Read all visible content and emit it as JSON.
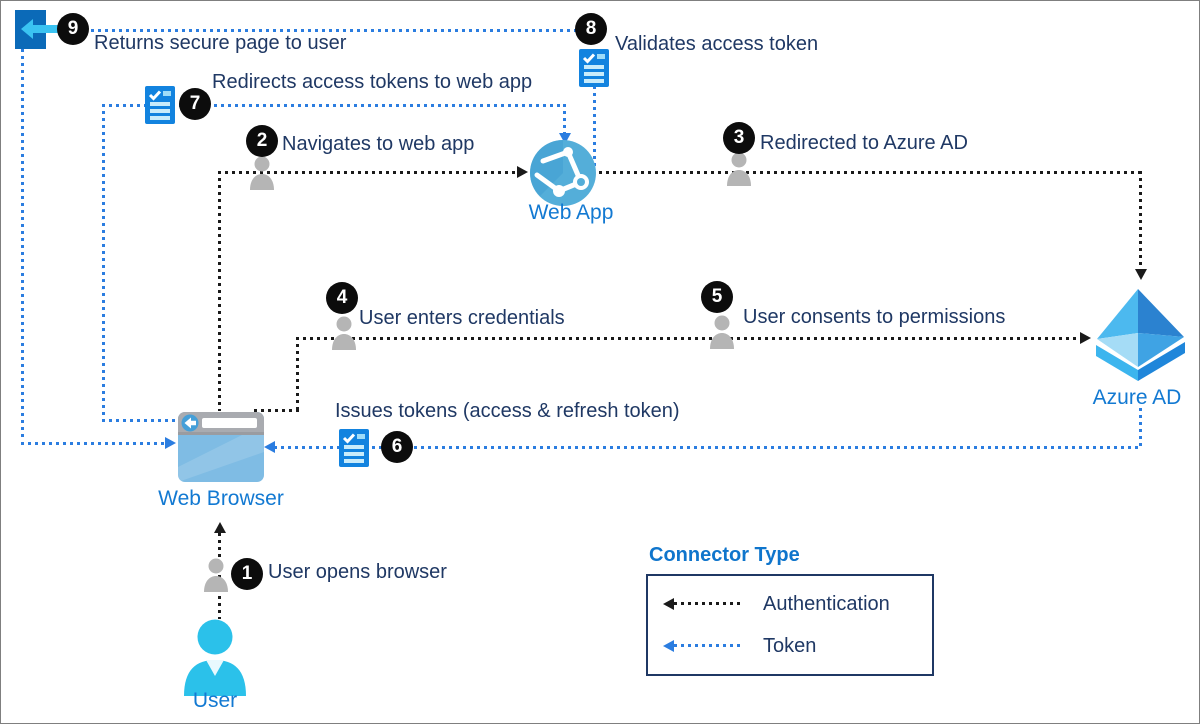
{
  "diagram": {
    "description": "Azure AD web app sign-in flow diagram",
    "nodes": {
      "user": {
        "label": "User"
      },
      "web_browser": {
        "label": "Web Browser"
      },
      "web_app": {
        "label": "Web App"
      },
      "azure_ad": {
        "label": "Azure AD"
      }
    },
    "steps": [
      {
        "num": "1",
        "label": "User opens browser"
      },
      {
        "num": "2",
        "label": "Navigates to web app"
      },
      {
        "num": "3",
        "label": "Redirected to Azure AD"
      },
      {
        "num": "4",
        "label": "User enters credentials"
      },
      {
        "num": "5",
        "label": "User consents to permissions"
      },
      {
        "num": "6",
        "label": "Issues tokens (access & refresh token)"
      },
      {
        "num": "7",
        "label": "Redirects access tokens to web app"
      },
      {
        "num": "8",
        "label": "Validates access token"
      },
      {
        "num": "9",
        "label": "Returns secure page to user"
      }
    ],
    "legend": {
      "title": "Connector Type",
      "items": [
        {
          "label": "Authentication",
          "connector": "black-dotted-arrow"
        },
        {
          "label": "Token",
          "connector": "blue-dotted-arrow"
        }
      ]
    },
    "colors": {
      "annotation_text": "#1f3864",
      "node_label_blue": "#1279d2",
      "legend_title_blue": "#0f75cc",
      "authentication_line": "#1a1a1a",
      "token_line": "#2b7de0",
      "badge_background": "#0c0c0c",
      "user_icon": "#2bc1ea",
      "person_icon": "#b5b5b5",
      "token_icon": "#1283df",
      "return_icon_square": "#0b6ab8",
      "return_icon_arrow": "#3ac3f2"
    }
  }
}
